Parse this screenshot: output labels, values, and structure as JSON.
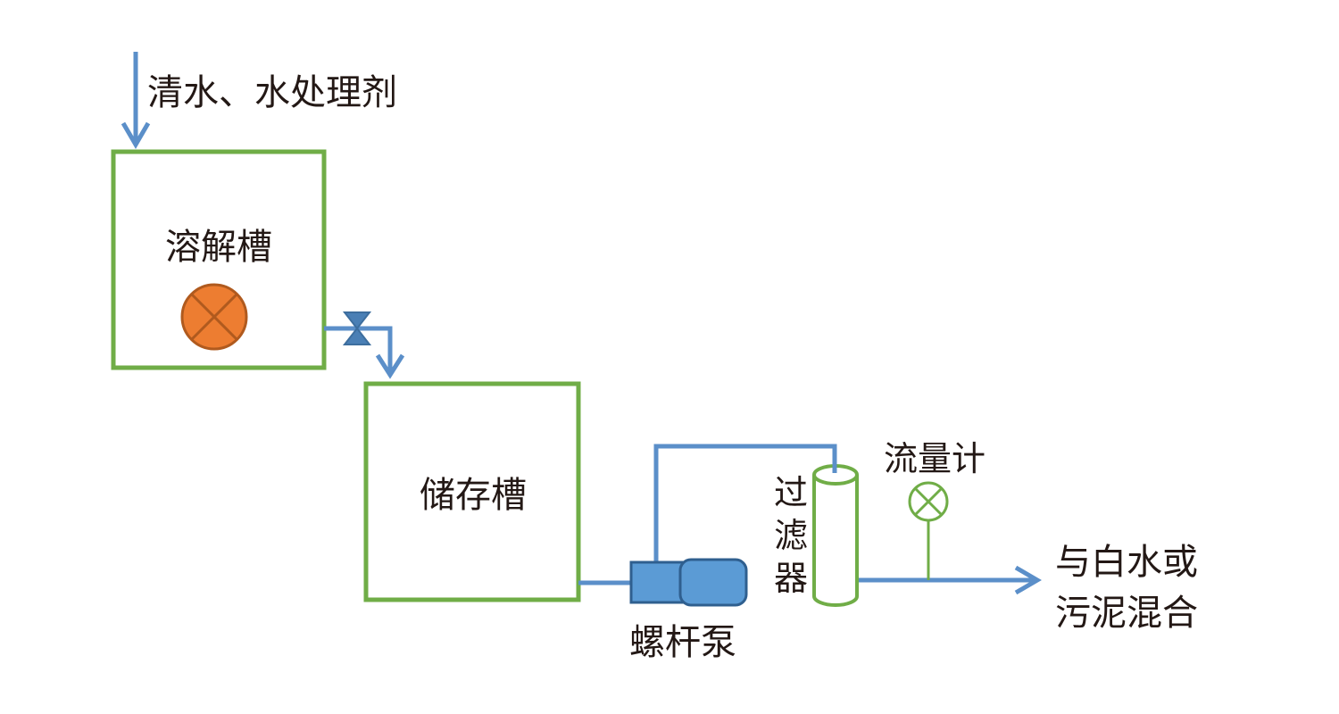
{
  "labels": {
    "input": "清水、水处理剂",
    "dissolving_tank": "溶解槽",
    "storage_tank": "储存槽",
    "screw_pump": "螺杆泵",
    "filter_1": "过",
    "filter_2": "滤",
    "filter_3": "器",
    "flowmeter": "流量计",
    "output_line1": "与白水或",
    "output_line2": "污泥混合"
  },
  "colors": {
    "pipe": "#5b8fc9",
    "tank": "#70ad47",
    "mixer": "#ed7d31",
    "pump": "#5b9bd5",
    "text": "#231815"
  }
}
